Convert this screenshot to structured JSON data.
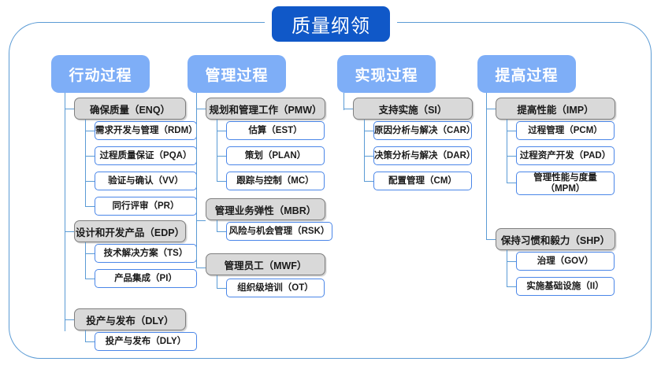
{
  "colors": {
    "frame_border": "#5b9bd5",
    "root_fill": "#1058c8",
    "column_fill": "#7eaef7",
    "category_fill": "#d9d9d9",
    "category_border": "#7f7f7f",
    "leaf_border": "#4a86e8",
    "connector": "#5b9bd5"
  },
  "root": {
    "label": "质量纲领"
  },
  "columns": [
    {
      "label": "行动过程",
      "categories": [
        {
          "label": "确保质量（ENQ）",
          "children": [
            {
              "label": "需求开发与管理（RDM）"
            },
            {
              "label": "过程质量保证（PQA）"
            },
            {
              "label": "验证与确认（VV）"
            },
            {
              "label": "同行评审（PR）"
            }
          ]
        },
        {
          "label": "设计和开发产品（EDP）",
          "children": [
            {
              "label": "技术解决方案（TS）"
            },
            {
              "label": "产品集成（PI）"
            }
          ]
        },
        {
          "label": "投产与发布（DLY）",
          "children": [
            {
              "label": "投产与发布（DLY）"
            }
          ]
        }
      ]
    },
    {
      "label": "管理过程",
      "categories": [
        {
          "label": "规划和管理工作（PMW）",
          "children": [
            {
              "label": "估算（EST）"
            },
            {
              "label": "策划（PLAN）"
            },
            {
              "label": "跟踪与控制（MC）"
            }
          ]
        },
        {
          "label": "管理业务弹性（MBR）",
          "children": [
            {
              "label": "风险与机会管理（RSK）"
            }
          ]
        },
        {
          "label": "管理员工（MWF）",
          "children": [
            {
              "label": "组织级培训（OT）"
            }
          ]
        }
      ]
    },
    {
      "label": "实现过程",
      "categories": [
        {
          "label": "支持实施（SI）",
          "children": [
            {
              "label": "原因分析与解决（CAR）"
            },
            {
              "label": "决策分析与解决（DAR）"
            },
            {
              "label": "配置管理（CM）"
            }
          ]
        }
      ]
    },
    {
      "label": "提高过程",
      "categories": [
        {
          "label": "提高性能（IMP）",
          "children": [
            {
              "label": "过程管理（PCM）"
            },
            {
              "label": "过程资产开发（PAD）"
            },
            {
              "label": "管理性能与度量\n（MPM）"
            }
          ]
        },
        {
          "label": "保持习惯和毅力（SHP）",
          "children": [
            {
              "label": "治理（GOV）"
            },
            {
              "label": "实施基础设施（II）"
            }
          ]
        }
      ]
    }
  ]
}
